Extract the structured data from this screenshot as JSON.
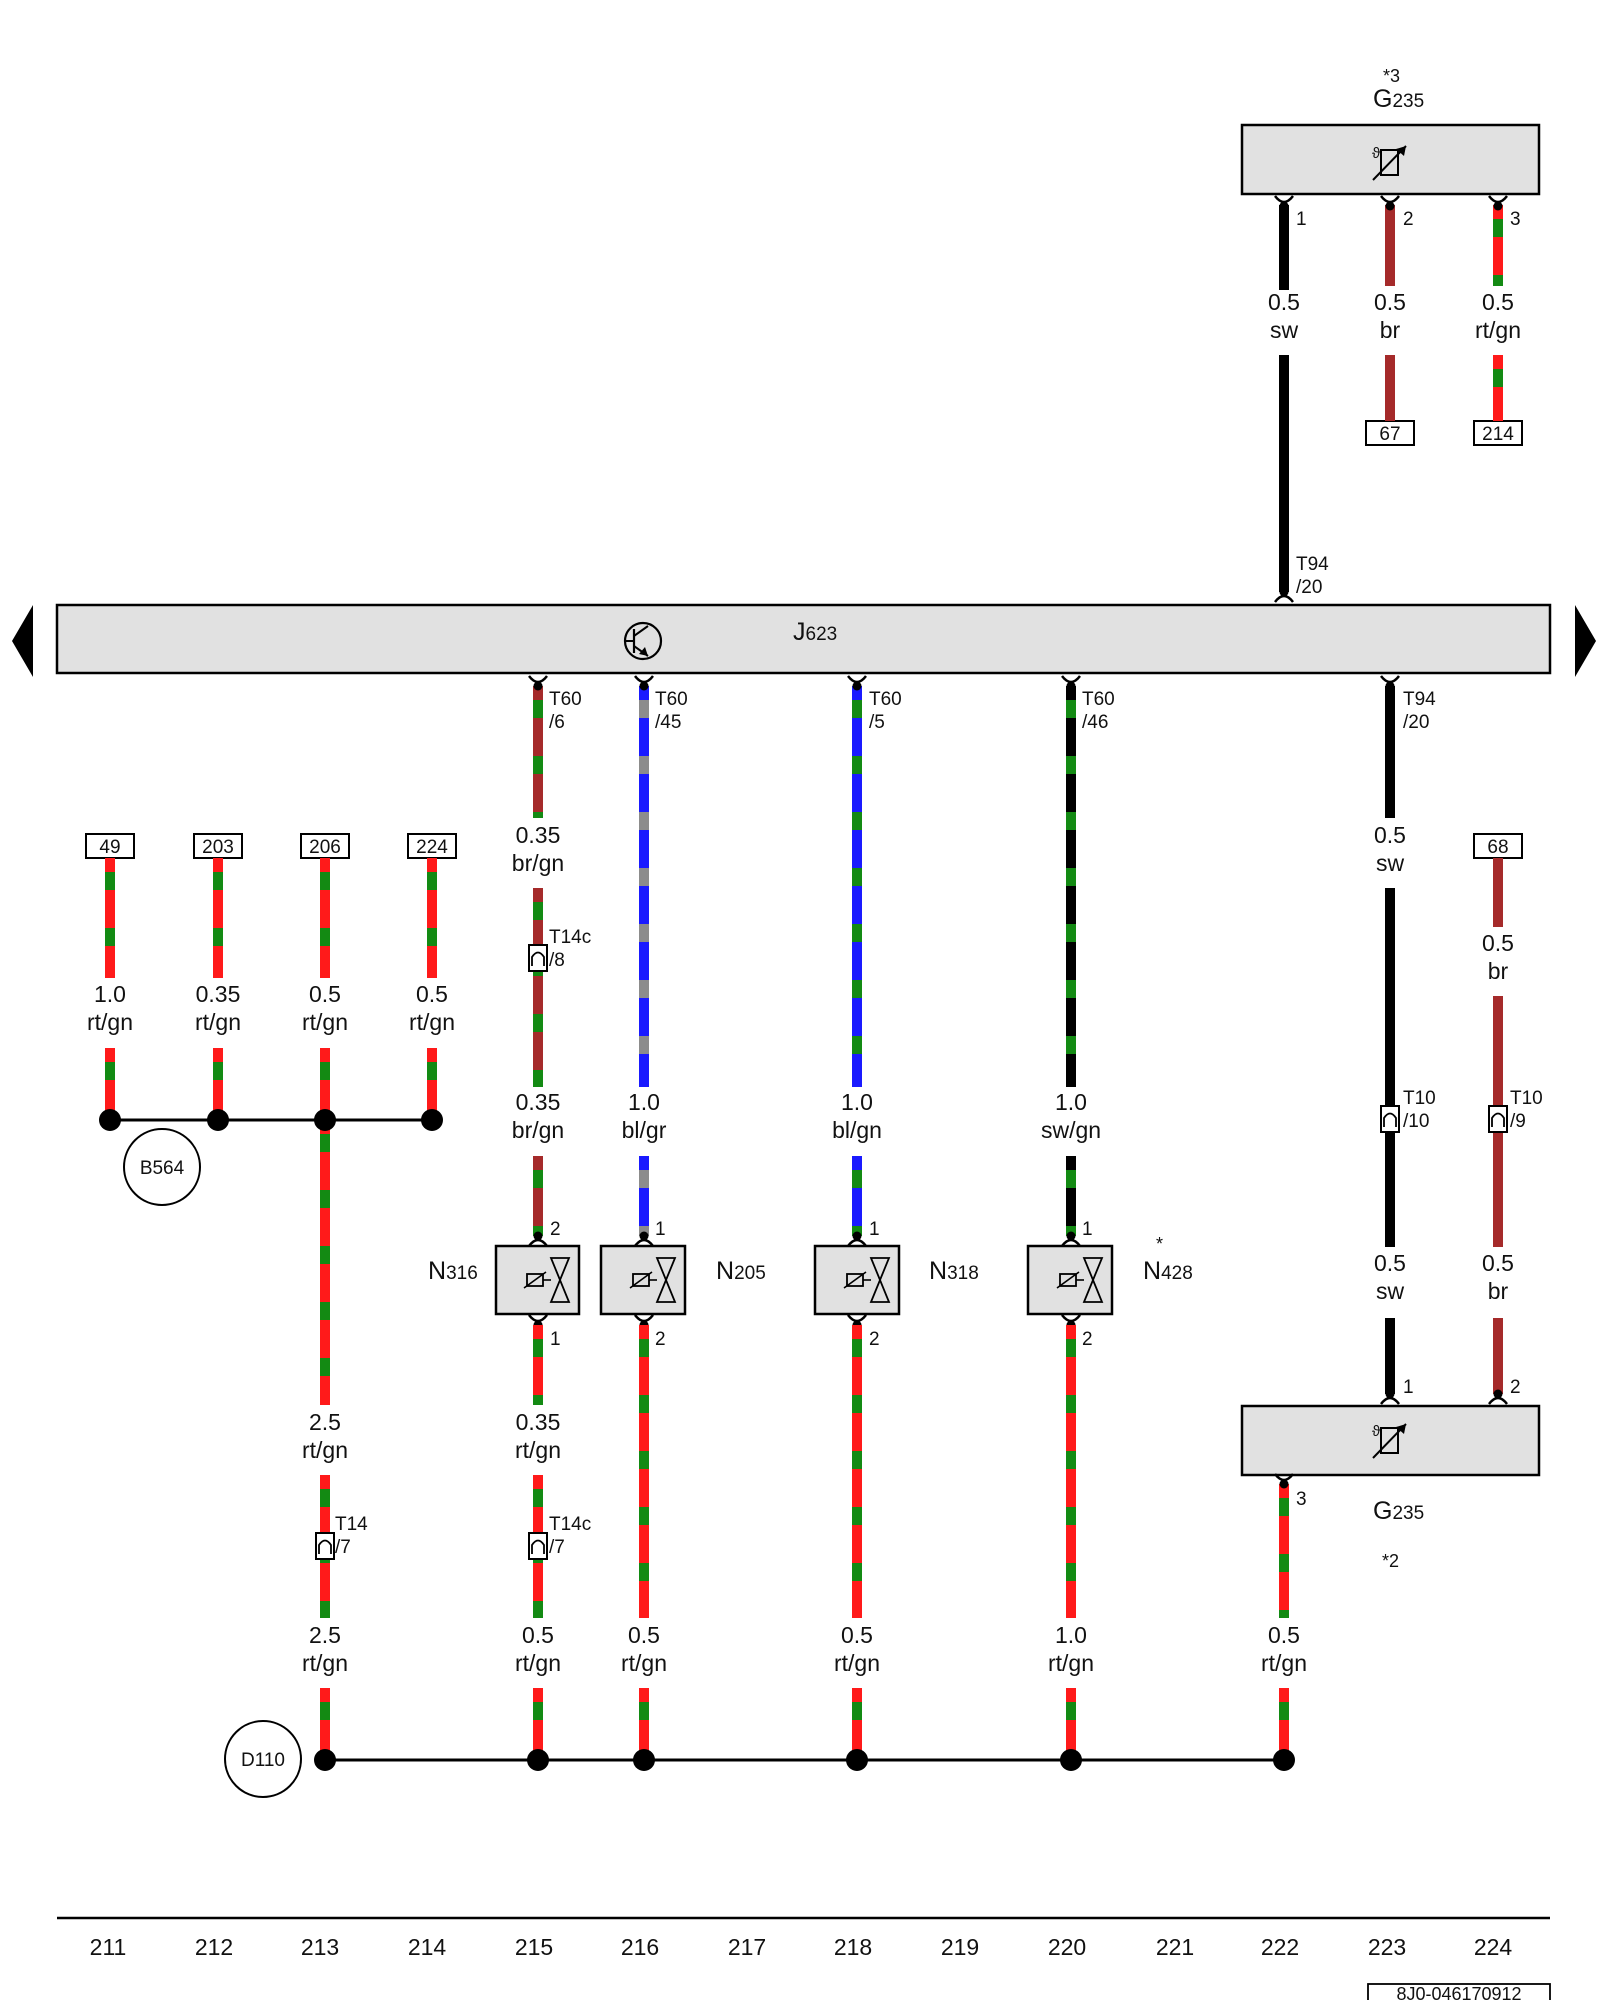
{
  "colors": {
    "rt": "#ff1a1a",
    "gn": "#138a13",
    "br": "#a52a2a",
    "bl": "#1a1aff",
    "gr": "#8c8c8c",
    "sw": "#000000",
    "component_fill": "#e1e1e1"
  },
  "components": {
    "ecu": {
      "letter": "J",
      "number": "623"
    },
    "g235_top": {
      "letter": "G",
      "number": "235",
      "note": "*3"
    },
    "g235_bottom": {
      "letter": "G",
      "number": "235",
      "note": "*2"
    },
    "n316": {
      "letter": "N",
      "number": "316"
    },
    "n205": {
      "letter": "N",
      "number": "205"
    },
    "n318": {
      "letter": "N",
      "number": "318"
    },
    "n428": {
      "letter": "N",
      "number": "428",
      "note": "*"
    }
  },
  "ground_points": {
    "b564": "B564",
    "d110": "D110"
  },
  "ref_boxes": {
    "r49": "49",
    "r203": "203",
    "r206": "206",
    "r224": "224",
    "r67": "67",
    "r214": "214",
    "r68": "68"
  },
  "pins": {
    "g235t_1": "1",
    "g235t_2": "2",
    "g235t_3": "3",
    "n316_top": "2",
    "n316_bot": "1",
    "n205_top": "1",
    "n205_bot": "2",
    "n318_top": "1",
    "n318_bot": "2",
    "n428_top": "1",
    "n428_bot": "2",
    "g235b_1": "1",
    "g235b_2": "2",
    "g235b_3": "3"
  },
  "connectors": {
    "t94_top": {
      "a": "T94",
      "b": "/20"
    },
    "t60_6": {
      "a": "T60",
      "b": "/6"
    },
    "t60_45": {
      "a": "T60",
      "b": "/45"
    },
    "t60_5": {
      "a": "T60",
      "b": "/5"
    },
    "t60_46": {
      "a": "T60",
      "b": "/46"
    },
    "t94_bottom": {
      "a": "T94",
      "b": "/20"
    },
    "t14c_8": {
      "a": "T14c",
      "b": "/8"
    },
    "t14_7": {
      "a": "T14",
      "b": "/7"
    },
    "t14c_7": {
      "a": "T14c",
      "b": "/7"
    },
    "t10_10": {
      "a": "T10",
      "b": "/10"
    },
    "t10_9": {
      "a": "T10",
      "b": "/9"
    }
  },
  "wires": {
    "g1": {
      "size": "0.5",
      "color": "sw"
    },
    "g2": {
      "size": "0.5",
      "color": "br"
    },
    "g3": {
      "size": "0.5",
      "color": "rt/gn"
    },
    "w49": {
      "size": "1.0",
      "color": "rt/gn"
    },
    "w203": {
      "size": "0.35",
      "color": "rt/gn"
    },
    "w206": {
      "size": "0.5",
      "color": "rt/gn"
    },
    "w224": {
      "size": "0.5",
      "color": "rt/gn"
    },
    "c215a": {
      "size": "0.35",
      "color": "br/gn"
    },
    "c215b": {
      "size": "0.35",
      "color": "br/gn"
    },
    "c216": {
      "size": "1.0",
      "color": "bl/gr"
    },
    "c218": {
      "size": "1.0",
      "color": "bl/gn"
    },
    "c220": {
      "size": "1.0",
      "color": "sw/gn"
    },
    "c223a": {
      "size": "0.5",
      "color": "sw"
    },
    "c224a": {
      "size": "0.5",
      "color": "br"
    },
    "c223b": {
      "size": "0.5",
      "color": "sw"
    },
    "c224b": {
      "size": "0.5",
      "color": "br"
    },
    "c213a": {
      "size": "2.5",
      "color": "rt/gn"
    },
    "c215c": {
      "size": "0.35",
      "color": "rt/gn"
    },
    "c213b": {
      "size": "2.5",
      "color": "rt/gn"
    },
    "c215d": {
      "size": "0.5",
      "color": "rt/gn"
    },
    "c216b": {
      "size": "0.5",
      "color": "rt/gn"
    },
    "c218b": {
      "size": "0.5",
      "color": "rt/gn"
    },
    "c220b": {
      "size": "1.0",
      "color": "rt/gn"
    },
    "c222": {
      "size": "0.5",
      "color": "rt/gn"
    }
  },
  "columns": [
    "211",
    "212",
    "213",
    "214",
    "215",
    "216",
    "217",
    "218",
    "219",
    "220",
    "221",
    "222",
    "223",
    "224"
  ],
  "doc_number": "8J0-046170912"
}
